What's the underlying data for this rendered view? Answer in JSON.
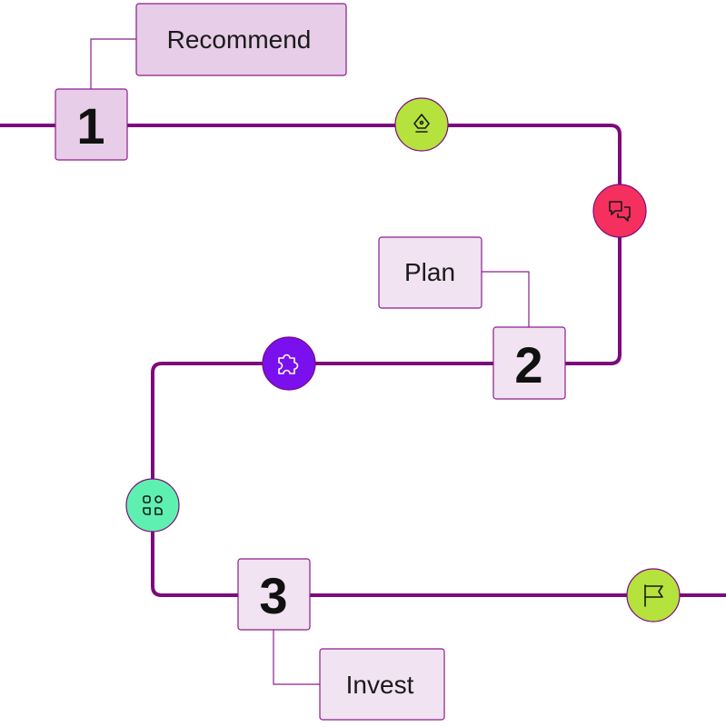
{
  "steps": [
    {
      "number": "1",
      "label": "Recommend"
    },
    {
      "number": "2",
      "label": "Plan"
    },
    {
      "number": "3",
      "label": "Invest"
    }
  ],
  "milestones": [
    {
      "icon": "pen-nib-icon",
      "color": "#b5e23c"
    },
    {
      "icon": "chat-bubbles-icon",
      "color": "#f5305f"
    },
    {
      "icon": "puzzle-piece-icon",
      "color": "#7a10ee"
    },
    {
      "icon": "grid-shapes-icon",
      "color": "#5ef0b0"
    },
    {
      "icon": "flag-icon",
      "color": "#b5e23c"
    }
  ],
  "colors": {
    "path": "#7d0a7d",
    "step_box_fill": "#e7cde7",
    "label_box_fill": "#f1e3f1",
    "box_border": "#8a1d8a"
  }
}
